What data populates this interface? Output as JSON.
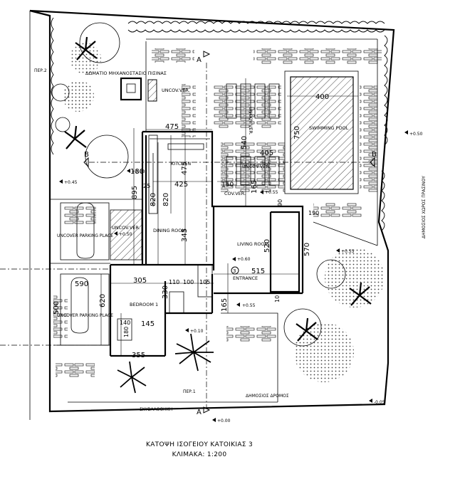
{
  "title": "ΚΑΤΟΨΗ ΙΣΟΓΕΙΟΥ ΚΑΤΟΙΚΙΑΣ 3",
  "scale": "ΚΛΙΜΑΚΑ: 1:200",
  "rooms": {
    "pool_room": "ΔΩΜΑΤΙΟ ΜΗΧΑΝΟΣΤΑΣΙΟ ΠΙΣΙΝΑΣ",
    "uncov_ver_1": "UNCOV.VER.",
    "kitchen": "KITCHEN",
    "dining": "DINING ROOM",
    "living": "LIVING ROOM",
    "entrance": "ENTRANCE",
    "bedroom": "BEDROOM 1",
    "cov_ver": "COV.VER.",
    "uncov_ver_2": "UNCOV.VER.",
    "uncov_ver_3": "UNCOV.VER.",
    "parking_1": "UNCOVER PARKING PLACE",
    "parking_2": "UNCOVER PARKING PLACE",
    "swimming_pool": "SWIMMING POOL",
    "uncov_ver_4": "UNCOV.VER."
  },
  "streets": {
    "main_road": "ΔΗΜΟΣΙΟΣ ΔΡΟΜΟΣ",
    "green_space": "ΔΗΜΟΣΙΟΣ ΧΩΡΟΣ ΠΡΑΣΙΝΟΥ",
    "per1": "ΠΕΡ.1",
    "per2": "ΠΕΡ.2",
    "sktv": "ΣΚΥΒΑΛΟΘΗΚΗ"
  },
  "section_marks": {
    "a_top": "A",
    "a_bottom": "A",
    "b_left": "B",
    "b_right": "B",
    "entrance_no": "3"
  },
  "levels": {
    "l1": "+0.50",
    "l2": "+0.45",
    "l3": "+0.55",
    "l4": "+0.60",
    "l5": "+0.55",
    "l6": "+0.10",
    "l7": "+0.00",
    "l8": "-0.05",
    "l9": "+0.55",
    "l10": "+0.00",
    "l11": "+0.50"
  },
  "dimensions": {
    "d475a": "475",
    "d180": "180",
    "d475b": "475",
    "d425": "425",
    "d895": "895",
    "d820a": "820",
    "d820b": "820",
    "d345": "345",
    "d150": "150",
    "d165a": "165",
    "d405": "405",
    "d540": "540",
    "d400": "400",
    "d750": "750",
    "d520": "520",
    "d570": "570",
    "d515": "515",
    "d305": "305",
    "d110": "110",
    "d100": "100",
    "d105": "105",
    "d330": "330",
    "d165b": "165",
    "d500": "500",
    "d620": "620",
    "d590": "590",
    "d140": "140",
    "d145": "145",
    "d355": "355",
    "d180b": "180",
    "d90": "90",
    "d190": "190",
    "d25": "25",
    "d10": "10"
  }
}
